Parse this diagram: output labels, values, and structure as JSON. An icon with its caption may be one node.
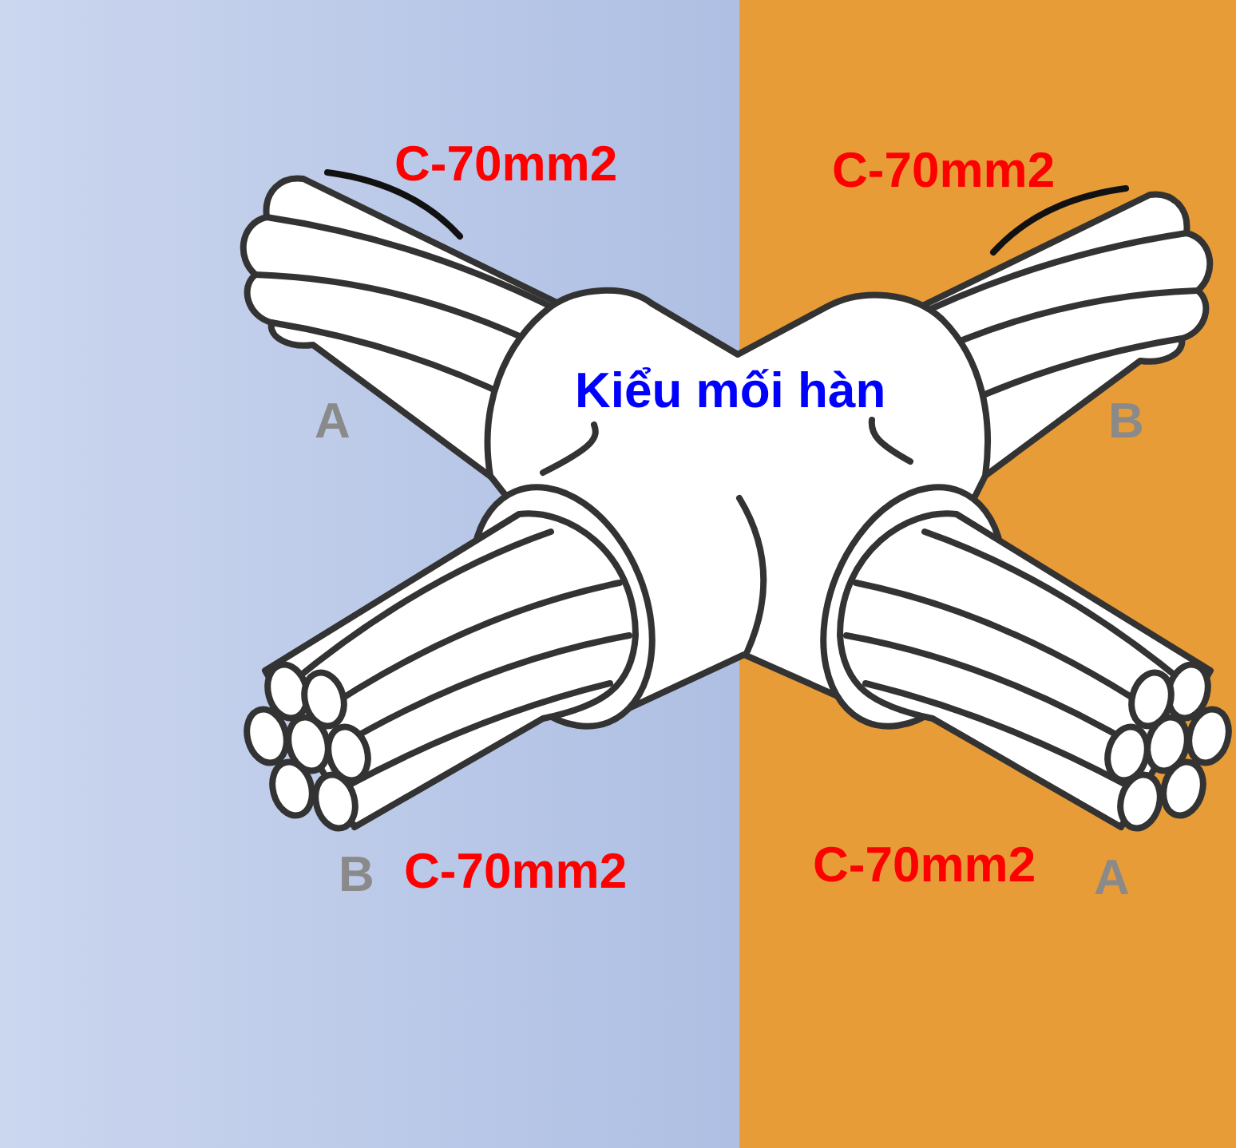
{
  "diagram": {
    "nodes": [
      {
        "text": [
          "Kiểu mối hàn"
        ]
      }
    ],
    "labels": [
      "C-70mm2",
      "C-70mm2",
      "A",
      "B",
      "B",
      "C-70mm2",
      "C-70mm2",
      "A"
    ]
  }
}
